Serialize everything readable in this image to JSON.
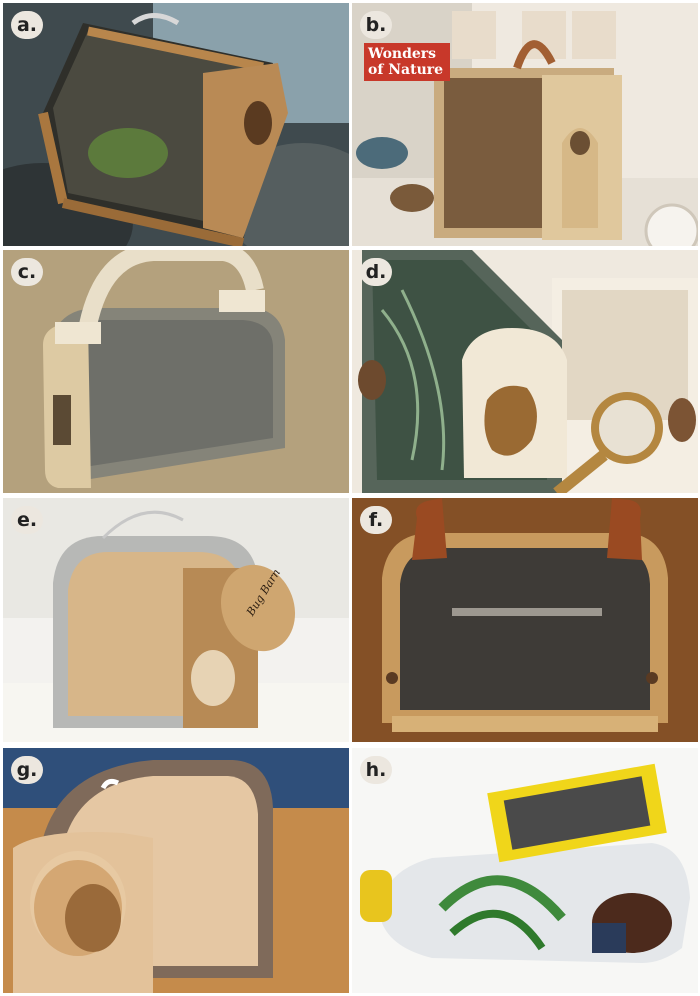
{
  "panels": [
    {
      "label": "a."
    },
    {
      "label": "b.",
      "book_title": "Wonders of Nature"
    },
    {
      "label": "c."
    },
    {
      "label": "d."
    },
    {
      "label": "e.",
      "sign_text": "Bug Barn"
    },
    {
      "label": "f."
    },
    {
      "label": "g."
    },
    {
      "label": "h."
    }
  ]
}
